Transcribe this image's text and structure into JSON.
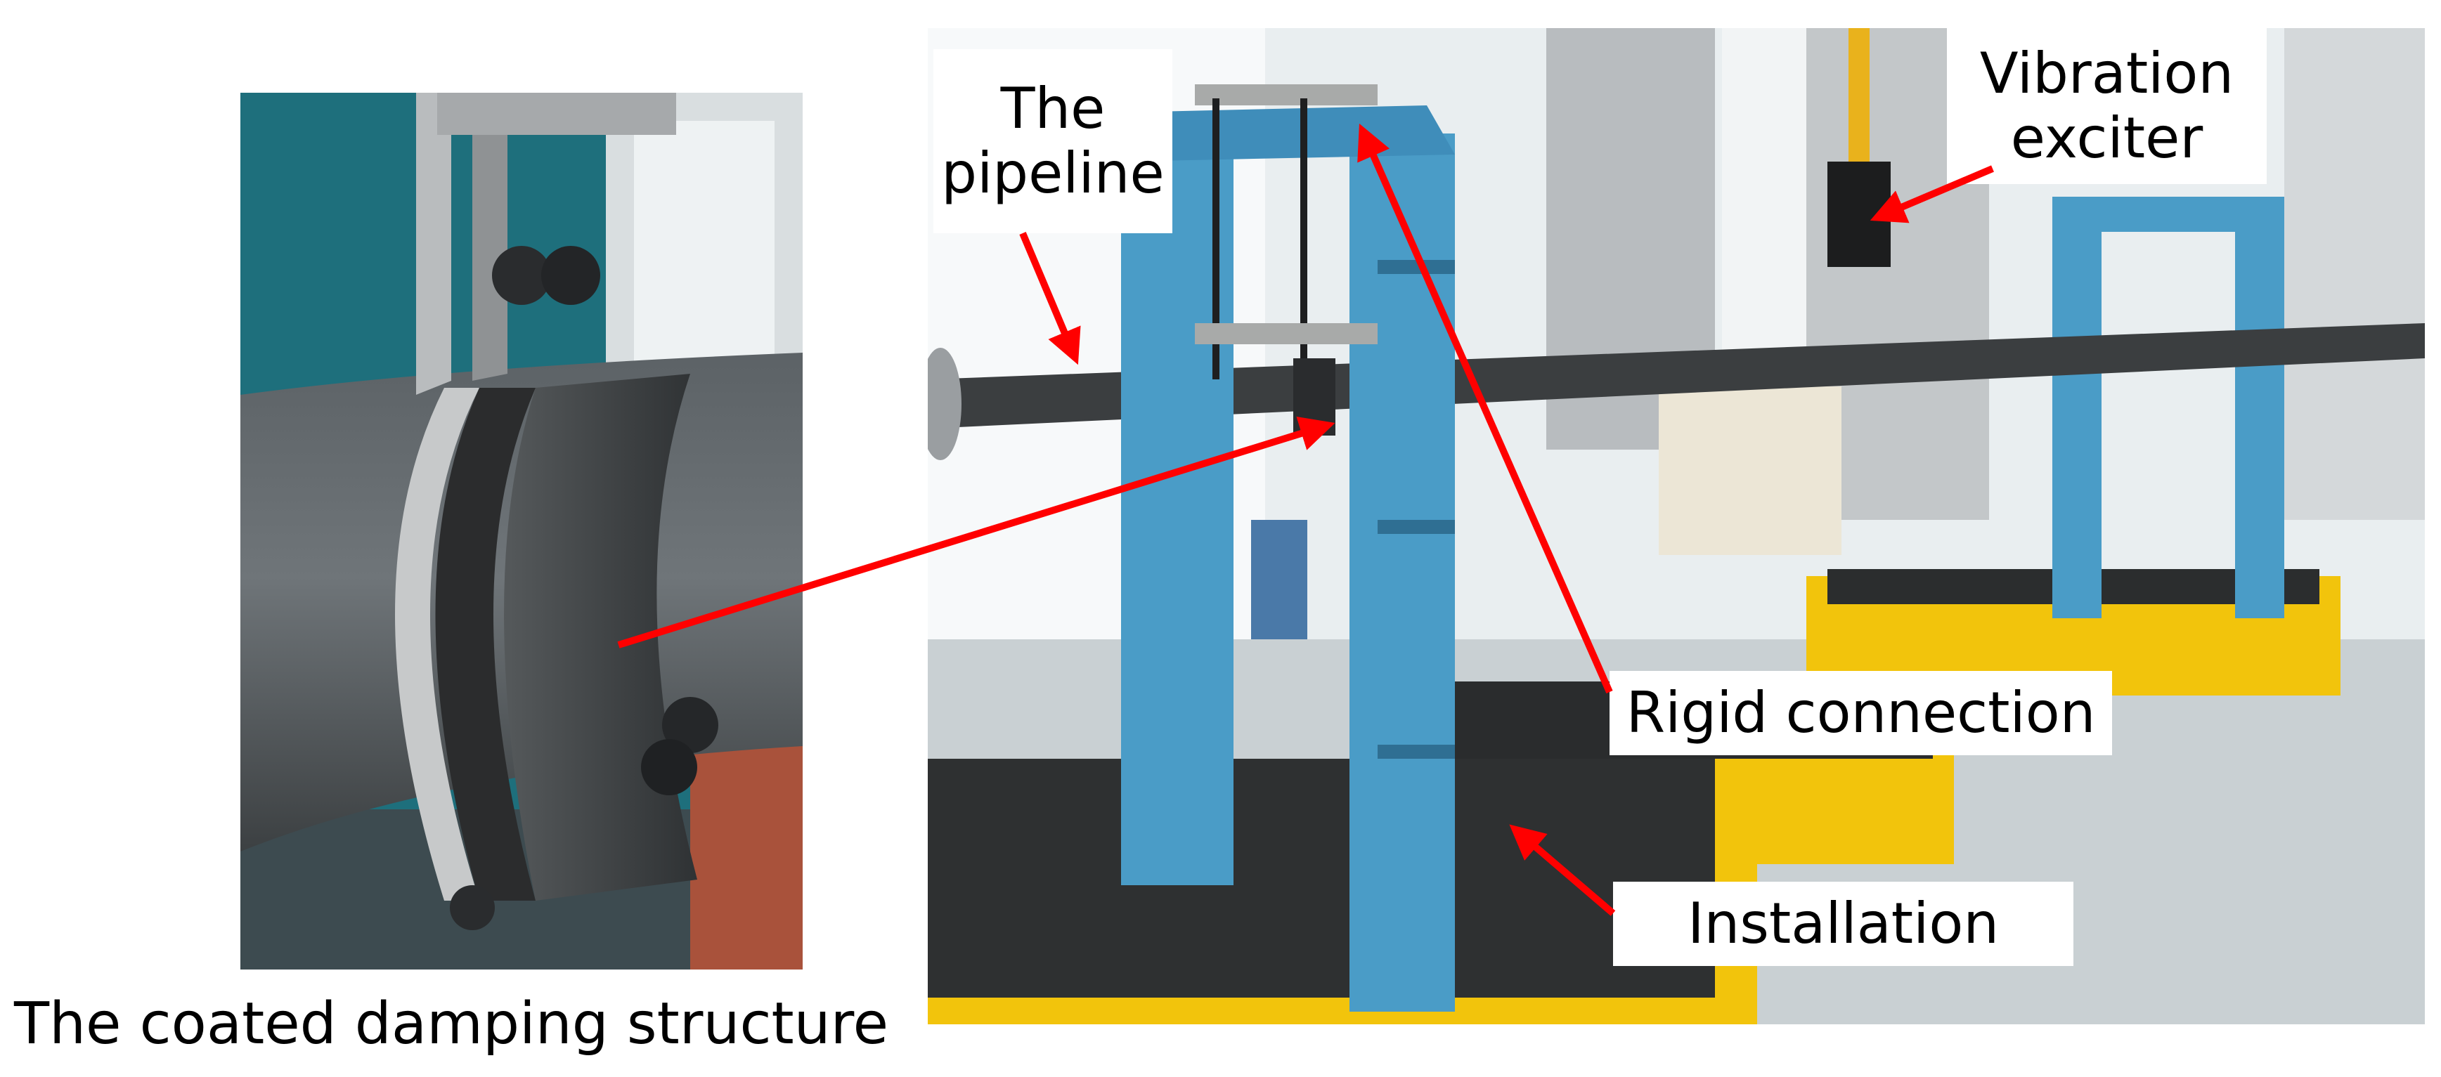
{
  "labels": {
    "pipeline": [
      "The",
      "pipeline"
    ],
    "exciter": [
      "Vibration",
      "exciter"
    ],
    "rigid": "Rigid connection",
    "installation": "Installation"
  },
  "caption": "The coated damping structure",
  "colors": {
    "arrow": "#ff0000",
    "frame_blue": "#4a9cc7",
    "platform_yellow": "#f2c40c",
    "pipe_dark": "#3b3e40"
  }
}
